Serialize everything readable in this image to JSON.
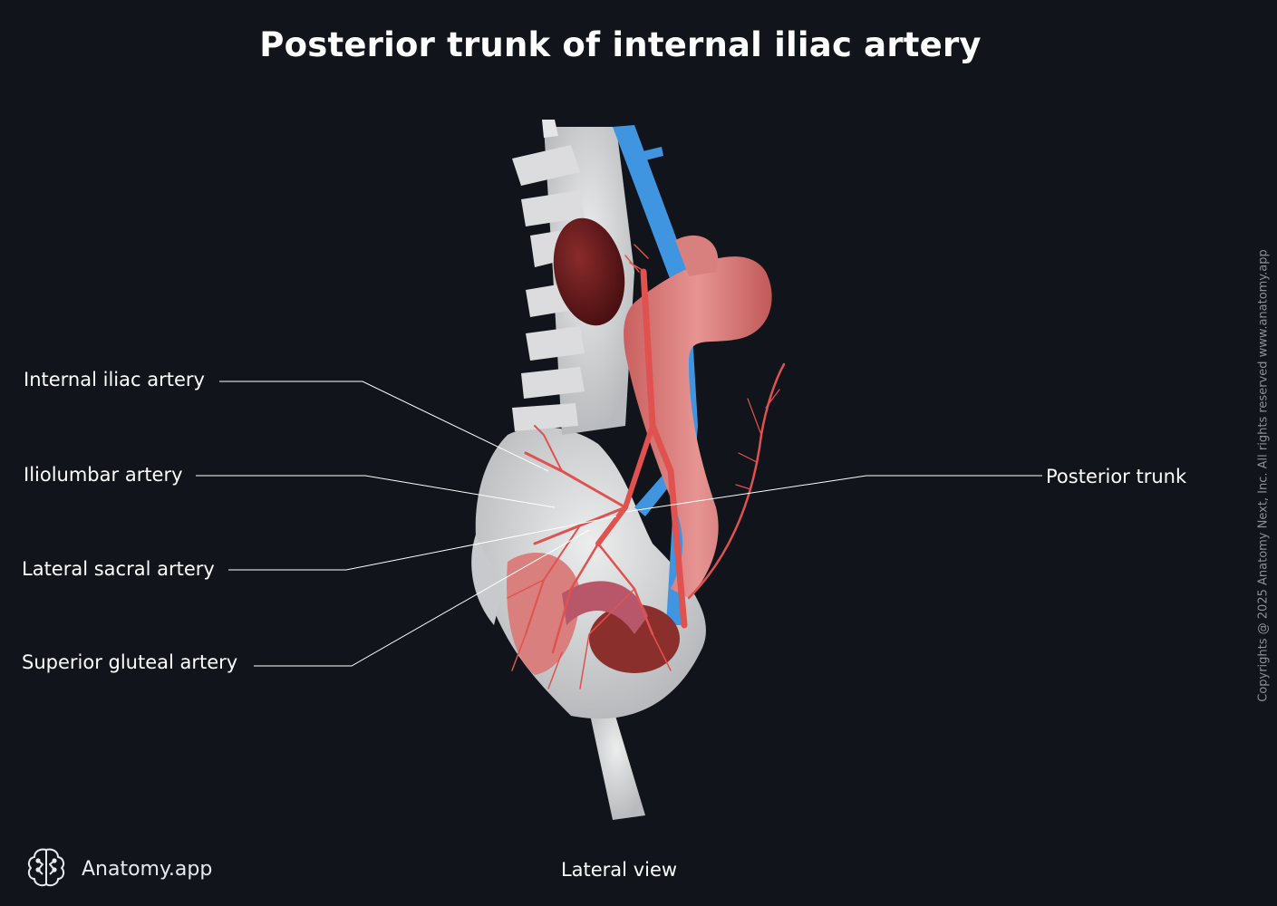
{
  "title": "Posterior trunk of internal iliac artery",
  "labels": {
    "internal_iliac_artery": "Internal iliac artery",
    "iliolumbar_artery": "Iliolumbar artery",
    "lateral_sacral_artery": "Lateral sacral artery",
    "superior_gluteal_artery": "Superior gluteal artery",
    "posterior_trunk": "Posterior trunk"
  },
  "caption": "Lateral view",
  "brand": {
    "name": "Anatomy.app",
    "icon": "brain-icon"
  },
  "copyright": "Copyrights @ 2025 Anatomy Next, Inc. All rights reserved www.anatomy.app",
  "colors": {
    "background": "#11141a",
    "bone": "#d9dadc",
    "artery": "#e0524f",
    "vein": "#3f95df",
    "colon": "#d8807e",
    "kidney": "#6b1a1c",
    "leader_line": "#ffffff"
  }
}
